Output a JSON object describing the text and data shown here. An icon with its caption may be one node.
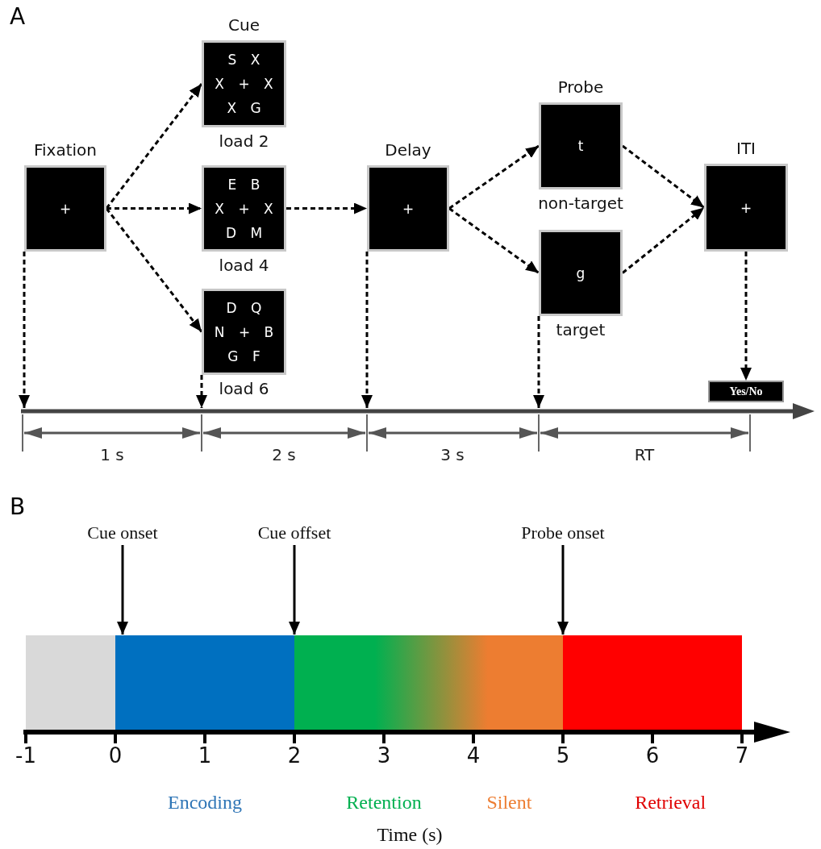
{
  "diagram": {
    "nodes": [
      {
        "text": [
          "Fixation",
          "+"
        ]
      },
      {
        "text": [
          "Cue",
          "S X",
          "X + X",
          "X G"
        ],
        "beside": [
          "load 2"
        ]
      },
      {
        "text": [
          "E B",
          "X + X",
          "D M"
        ],
        "beside": [
          "load 4"
        ]
      },
      {
        "text": [
          "D Q",
          "N + B",
          "G F"
        ],
        "beside": [
          "load 6"
        ]
      },
      {
        "text": [
          "Delay",
          "+"
        ]
      },
      {
        "text": [
          "Probe",
          "t"
        ],
        "beside": [
          "non-target"
        ]
      },
      {
        "text": [
          "g"
        ],
        "beside": [
          "target"
        ]
      },
      {
        "text": [
          "ITI",
          "+"
        ]
      },
      {
        "text": [
          "Yes/No"
        ]
      },
      {
        "text": [
          "Cue onset"
        ]
      },
      {
        "text": [
          "Cue offset"
        ]
      },
      {
        "text": [
          "Probe onset"
        ]
      },
      {
        "text": [],
        "shape": "arrow"
      },
      {
        "text": [],
        "shape": "bar"
      }
    ],
    "edges": [
      {
        "from": 0,
        "to": 1,
        "arrow": "to",
        "style": "dashed"
      },
      {
        "from": 0,
        "to": 2,
        "arrow": "to",
        "style": "dashed"
      },
      {
        "from": 0,
        "to": 3,
        "arrow": "to",
        "style": "dashed"
      },
      {
        "from": 2,
        "to": 4,
        "arrow": "to",
        "style": "dashed"
      },
      {
        "from": 4,
        "to": 5,
        "arrow": "to",
        "style": "dashed"
      },
      {
        "from": 4,
        "to": 6,
        "arrow": "to",
        "style": "dashed"
      },
      {
        "from": 5,
        "to": 7,
        "arrow": "to",
        "style": "dashed"
      },
      {
        "from": 6,
        "to": 7,
        "arrow": "to",
        "style": "dashed"
      },
      {
        "from": 7,
        "to": 8,
        "arrow": "to",
        "style": "dashed"
      },
      {
        "from": 0,
        "to": 12,
        "arrow": "to",
        "style": "dashed"
      },
      {
        "from": 3,
        "to": 12,
        "arrow": "to",
        "style": "dashed"
      },
      {
        "from": 4,
        "to": 12,
        "arrow": "to",
        "style": "dashed"
      },
      {
        "from": 6,
        "to": 12,
        "arrow": "to",
        "style": "dashed"
      },
      {
        "from": 9,
        "to": 13,
        "arrow": "to"
      },
      {
        "from": 10,
        "to": 13,
        "arrow": "to"
      },
      {
        "from": 11,
        "to": 13,
        "arrow": "to"
      }
    ],
    "labels": [
      "A",
      "1 s",
      "2 s",
      "3 s",
      "RT",
      "B",
      "-1",
      "0",
      "1",
      "2",
      "3",
      "4",
      "5",
      "6",
      "7",
      "Encoding",
      "Retention",
      "Silent",
      "Retrieval",
      "Time (s)"
    ]
  }
}
